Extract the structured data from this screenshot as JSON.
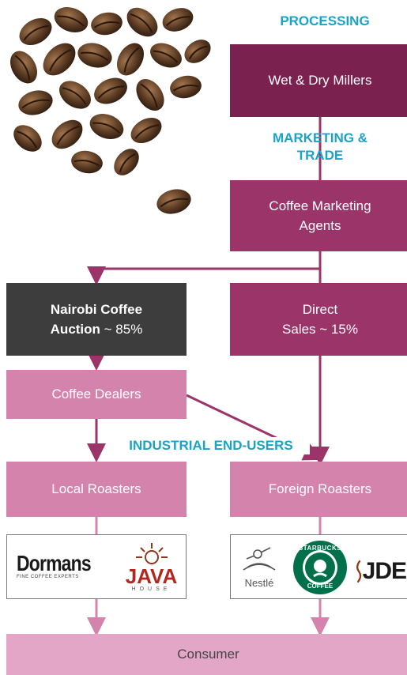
{
  "stages": {
    "processing": "PROCESSING",
    "marketing": "MARKETING &\nTRADE",
    "industrial": "INDUSTRIAL END-USERS"
  },
  "nodes": {
    "millers": "Wet & Dry Millers",
    "agents": "Coffee Marketing\nAgents",
    "auction_name": "Nairobi Coffee\nAuction",
    "auction_share": " ~ 85%",
    "direct": "Direct\nSales ~ 15%",
    "dealers": "Coffee Dealers",
    "local": "Local Roasters",
    "foreign": "Foreign Roasters",
    "consumer": "Consumer"
  },
  "logos": {
    "dormans": "Dormans",
    "dormans_tag": "FINE COFFEE EXPERTS",
    "java": "JAVA",
    "java_sub": "HOUSE",
    "nestle": "Nestlé",
    "starbucks_top": "STARBUCKS",
    "starbucks_bottom": "COFFEE",
    "jde": "JDE"
  },
  "colors": {
    "dark_plum": "#7b2150",
    "plum": "#9b3468",
    "light_pink": "#d483ad",
    "consumer_pink": "#e3a6c6",
    "charcoal": "#3d3d3d",
    "stage_blue": "#1aa3c9"
  }
}
